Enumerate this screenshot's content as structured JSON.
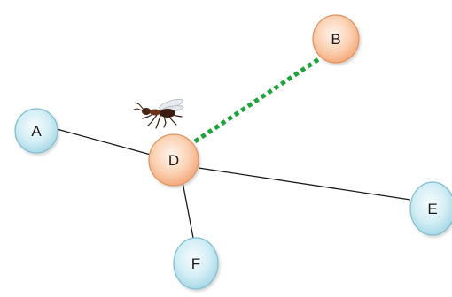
{
  "nodes": [
    {
      "id": "A",
      "label": "A",
      "style": "blue"
    },
    {
      "id": "B",
      "label": "B",
      "style": "orange"
    },
    {
      "id": "D",
      "label": "D",
      "style": "orange"
    },
    {
      "id": "E",
      "label": "E",
      "style": "blue"
    },
    {
      "id": "F",
      "label": "F",
      "style": "blue"
    }
  ],
  "edges": [
    {
      "from": "A",
      "to": "D",
      "style": "solid"
    },
    {
      "from": "D",
      "to": "E",
      "style": "solid"
    },
    {
      "from": "D",
      "to": "F",
      "style": "solid"
    },
    {
      "from": "D",
      "to": "B",
      "style": "dashed"
    }
  ],
  "colors": {
    "orange_fill_light": "#fde7d6",
    "orange_fill_dark": "#f4a777",
    "orange_stroke": "#e0935e",
    "blue_fill_light": "#e9f6fa",
    "blue_fill_dark": "#a8dbe8",
    "blue_stroke": "#7fbfd1",
    "solid_edge": "#1a1a1a",
    "dashed_edge": "#1fa33a",
    "ant_body": "#4a2414"
  },
  "decorations": {
    "ant_icon": "ant-icon"
  }
}
